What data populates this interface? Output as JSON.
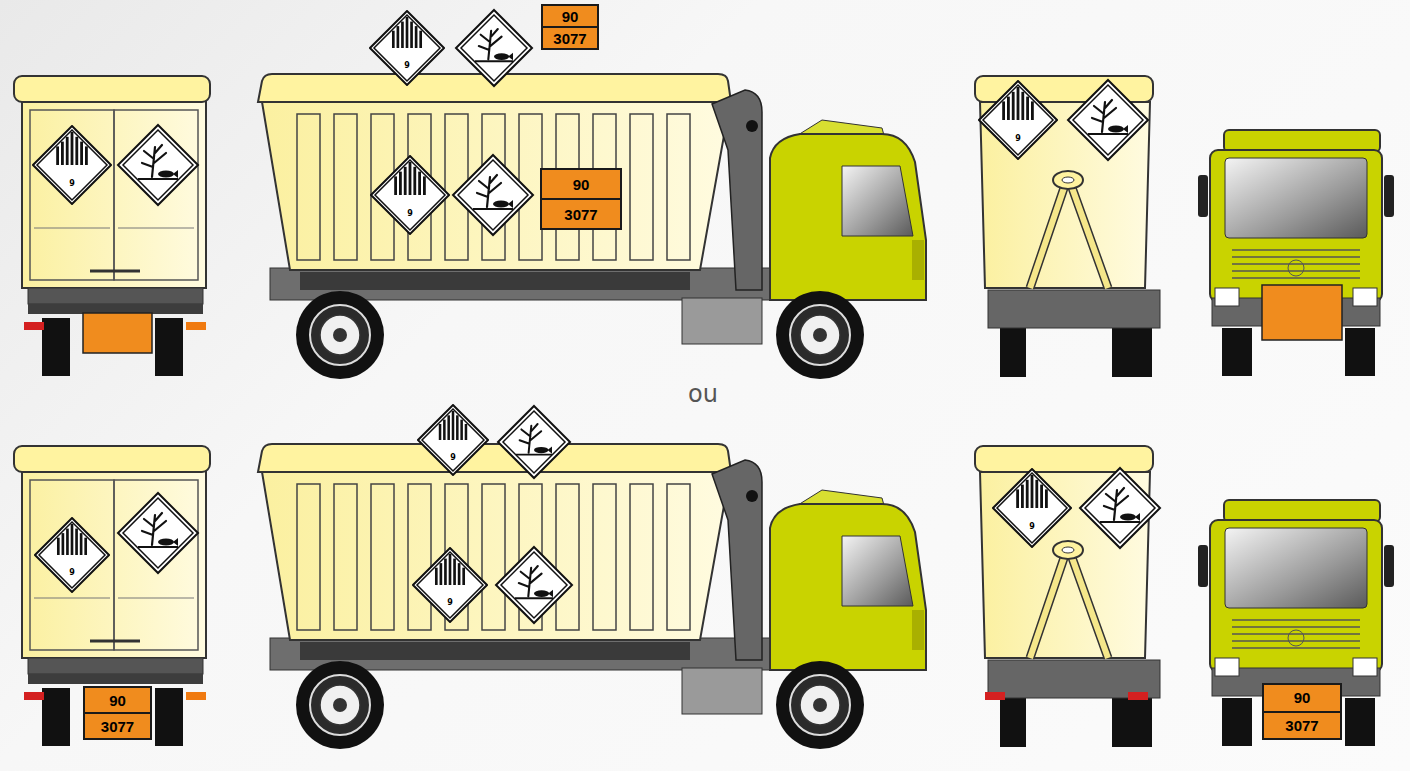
{
  "diagram": {
    "nodes": [
      {
        "text": [
          "9"
        ]
      },
      {
        "text": [
          "9"
        ]
      },
      {
        "text": [
          "90",
          "3077"
        ]
      },
      {
        "text": [
          "9"
        ]
      },
      {
        "text": [
          "90",
          "3077"
        ]
      },
      {
        "text": [
          "9"
        ]
      },
      {
        "text": [
          "9"
        ]
      },
      {
        "text": [
          "90",
          "3077"
        ]
      },
      {
        "text": [
          "9"
        ]
      },
      {
        "text": [
          "9"
        ]
      },
      {
        "text": [
          "9"
        ]
      },
      {
        "text": [
          "90",
          "3077"
        ]
      }
    ],
    "labels": [
      "ou"
    ]
  }
}
